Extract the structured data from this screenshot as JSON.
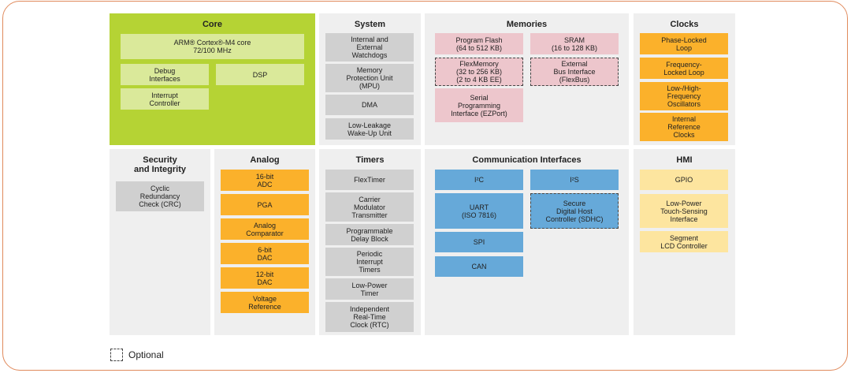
{
  "core": {
    "title": "Core",
    "cpu": "ARM® Cortex®-M4 core\n72/100 MHz",
    "debug": "Debug\nInterfaces",
    "dsp": "DSP",
    "interrupt": "Interrupt\nController"
  },
  "system": {
    "title": "System",
    "items": [
      "Internal and\nExternal\nWatchdogs",
      "Memory\nProtection Unit\n(MPU)",
      "DMA",
      "Low-Leakage\nWake-Up Unit"
    ]
  },
  "memories": {
    "title": "Memories",
    "program_flash": "Program Flash\n(64 to 512 KB)",
    "sram": "SRAM\n(16 to 128 KB)",
    "flexmemory": "FlexMemory\n(32 to 256 KB)\n(2 to 4 KB EE)",
    "external_bus": "External\nBus Interface\n(FlexBus)",
    "ezport": "Serial\nProgramming\nInterface (EZPort)"
  },
  "clocks": {
    "title": "Clocks",
    "items": [
      "Phase-Locked\nLoop",
      "Frequency-\nLocked Loop",
      "Low-/High-\nFrequency\nOscillators",
      "Internal\nReference\nClocks"
    ]
  },
  "security": {
    "title": "Security\nand Integrity",
    "crc": "Cyclic\nRedundancy\nCheck (CRC)"
  },
  "analog": {
    "title": "Analog",
    "items": [
      "16-bit\nADC",
      "PGA",
      "Analog\nComparator",
      "6-bit\nDAC",
      "12-bit\nDAC",
      "Voltage\nReference"
    ]
  },
  "timers": {
    "title": "Timers",
    "items": [
      "FlexTimer",
      "Carrier\nModulator\nTransmitter",
      "Programmable\nDelay Block",
      "Periodic\nInterrupt\nTimers",
      "Low-Power\nTimer",
      "Independent\nReal-Time\nClock (RTC)"
    ]
  },
  "comm": {
    "title": "Communication Interfaces",
    "i2c": "I²C",
    "i2s": "I²S",
    "uart": "UART\n(ISO 7816)",
    "sdhc": "Secure\nDigital Host\nController (SDHC)",
    "spi": "SPI",
    "can": "CAN"
  },
  "hmi": {
    "title": "HMI",
    "items": [
      "GPIO",
      "Low-Power\nTouch-Sensing\nInterface",
      "Segment\nLCD Controller"
    ]
  },
  "legend": {
    "label": "Optional"
  },
  "colors": {
    "core": "#b5d334",
    "core_box": "#dae99a",
    "system_box": "#d0d0d0",
    "memory_box": "#edc6cc",
    "clock_box": "#fbb12b",
    "comm_box": "#66a9d9",
    "hmi_box": "#fde59f",
    "frame": "#e08a5c"
  }
}
